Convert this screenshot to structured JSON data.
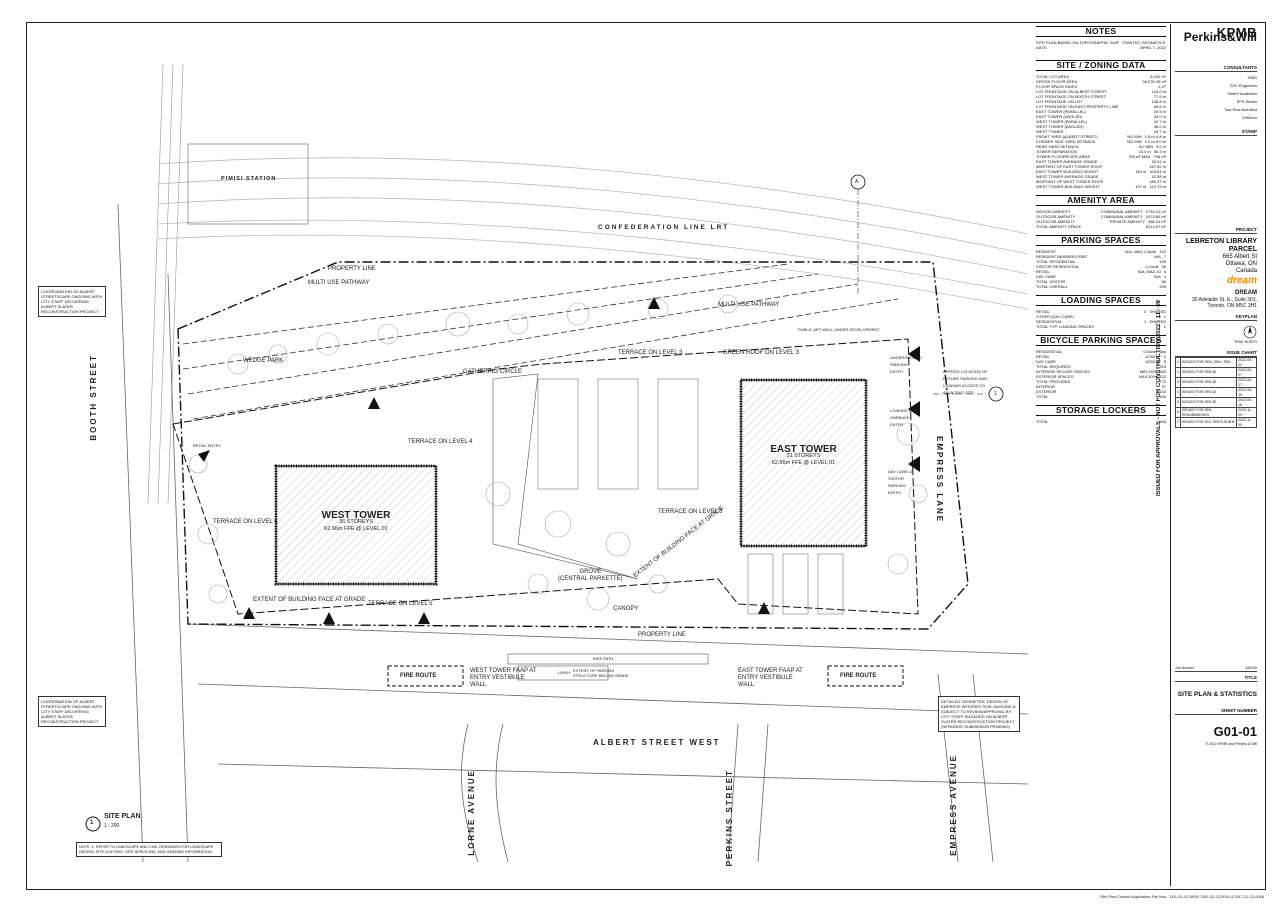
{
  "plan": {
    "streets": {
      "booth": "BOOTH STREET",
      "albert_west": "ALBERT STREET WEST",
      "lorne": "LORNE AVENUE",
      "perkins": "PERKINS STREET",
      "empress_ave": "EMPRESS AVENUE",
      "empress_lane": "EMPRESS LANE",
      "confederation": "CONFEDERATION LINE LRT",
      "pimisi": "PIMISI STATION"
    },
    "west_tower": {
      "name": "WEST TOWER",
      "storeys": "36 STOREYS",
      "ffe": "62.96m FFE @ LEVEL 01"
    },
    "east_tower": {
      "name": "EAST TOWER",
      "storeys": "31 STOREYS",
      "ffe": "62.96m FFE @ LEVEL 01"
    },
    "labels": {
      "property_line_n": "PROPERTY LINE",
      "property_line_s": "PROPERTY LINE",
      "multi_use_1": "MULTI USE PATHWAY",
      "multi_use_2": "MULTI USE PATHWAY",
      "wedge_park": "WEDGE PARK",
      "gathering": "GATHERING CIRCLE",
      "terrace3": "TERRACE ON LEVEL 3",
      "green_roof": "GREEN ROOF ON LEVEL 3",
      "terrace3b": "TERRACE ON LEVEL 3",
      "terrace6": "TERRACE ON LEVEL 6",
      "terrace5": "TERRACE ON LEVEL 5",
      "terrace4": "TERRACE ON LEVEL 4",
      "grove": "GROVE",
      "grove2": "(CENTRAL PARKETTE)",
      "canopy": "CANOPY",
      "extent_grade": "EXTENT OF BUILDING FACE AT GRADE",
      "extent_grade2": "EXTENT OF BUILDING FACE AT GRADE",
      "fire_route_1": "FIRE ROUTE",
      "fire_route_2": "FIRE ROUTE",
      "bike_path": "BIKE PATH",
      "layby": "LAYBY",
      "west_faap": "WEST TOWER FAAP AT ENTRY VESTIBULE WALL",
      "east_faap": "EAST TOWER FAAP AT ENTRY VESTIBULE WALL",
      "ext_parking": "EXTENT OF PARKING STRUCTURE BELOW GRADE",
      "retail_entry": "RETAIL ENTRY",
      "loading": "LOADING AND GARBAGE ENTRY",
      "ug_parking": "UNDERGROUND PARKING ENTRY",
      "daycare": "DAY CARE & VISITOR PARKING ENTRY",
      "public_art": "PUBLIC ART WALL UNDER DEVELOPMENT",
      "approx_loc": "APPROX LOCATION OF FUTURE PARKING AND LOADING ACCESS TO ADJACENT SITE",
      "grid_a": "A",
      "grid_1": "1"
    },
    "notes_left": [
      "COORDINATION OF ALBERT STREETSCAPE ONGOING WITH CITY STAFF DELIVERING ALBERT SLATER RECONSTRUCTION PROJECT",
      "COORDINATION OF ALBERT STREETSCAPE ONGOING WITH CITY STAFF DELIVERING ALBERT SLATER RECONSTRUCTION PROJECT"
    ],
    "note_right": "DETAILED GEOMETRIC DESIGN OF EMPRESS INTERSECTION ONGOING & SUBJECT TO REVIEW/APPROVAL BY CITY STAFF ENGAGED ON ALBERT SLATER RECONSTRUCTION PROJECT (SEPARATE SUBMISSION PENDING)",
    "site_plan_num": "1",
    "site_plan_title": "SITE PLAN",
    "site_plan_scale": "1 : 200",
    "bottom_note": "NOTE: 1. REFER TO LANDSCAPE AND CIVIL DRAWINGS FOR LANDSCAPE DESIGN, SITE LIGHTING, SITE SERVICING, AND GRADING INFORMATION."
  },
  "stats": {
    "notes_title": "NOTES",
    "notes": [
      [
        "SITE PLAN BASED ON TOPOGRAPHIC SURVEY BY:",
        "STANTEC GEOMATICS LTD"
      ],
      [
        "DATE:",
        "APRIL 7, 2022"
      ]
    ],
    "site_title": "SITE / ZONING DATA",
    "site_rows": [
      [
        "TOTAL LOT AREA",
        "",
        "8,000 m²"
      ],
      [
        "GROSS FLOOR AREA",
        "",
        "36,278.39 m²"
      ],
      [
        "FLOOR SPACE INDEX",
        "",
        "2.27"
      ],
      [
        "LOT FRONTAGE ON ALBERT STREET",
        "",
        "144.0 m"
      ],
      [
        "LOT FRONTAGE ON BOOTH STREET",
        "",
        "77.9 m"
      ],
      [
        "LOT FRONTAGE ON LRT",
        "",
        "138.8 m"
      ],
      [
        "LOT FRONTAGE ON EAST PROPERTY LINE",
        "",
        "69.6 m"
      ],
      [
        "EAST TOWER (PARALLEL)",
        "",
        "29.5 m"
      ],
      [
        "EAST TOWER (ANGLED)",
        "",
        "43.0 m"
      ],
      [
        "WEST TOWER (PARALLEL)",
        "",
        "42.7 m"
      ],
      [
        "WEST TOWER (ANGLED)",
        "",
        "36.0 m"
      ],
      [
        "WEST TOWER",
        "",
        "24.7 m"
      ],
      [
        "FRONT YARD (ALBERT STREET)",
        "NO MIN",
        "1.8 m-4.8 m"
      ],
      [
        "CORNER SIDE YARD SETBACK",
        "NO MIN",
        "0.0 m-9.0 m"
      ],
      [
        "REAR YARD SETBACK",
        "NO MIN",
        "9.0 m"
      ],
      [
        "TOWER SEPARATION",
        "23.0 m",
        "56.3 m"
      ],
      [
        "TOWER FLOORPLATE AREA",
        "750 m² MAX",
        "708 m²"
      ],
      [
        "EAST TOWER AVERAGE GRADE",
        "",
        "62.91 m"
      ],
      [
        "MIDPOINT OF EAST TOWER ROOF",
        "",
        "167.52 m"
      ],
      [
        "EAST TOWER BUILDING HEIGHT",
        "110 m",
        "104.61 m"
      ],
      [
        "WEST TOWER AVERAGE GRADE",
        "",
        "62.58 m"
      ],
      [
        "MIDPOINT OF WEST TOWER ROOF",
        "",
        "185.37 m"
      ],
      [
        "WEST TOWER BUILDING HEIGHT",
        "137 m",
        "122.79 m"
      ]
    ],
    "amenity_title": "AMENITY AREA",
    "amenity_rows": [
      [
        "INDOOR AMENITY",
        "COMMUNAL AMENITY",
        "1732.01 m²"
      ],
      [
        "OUTDOOR AMENITY",
        "COMMUNAL AMENITY",
        "2474.80 m²"
      ],
      [
        "OUTDOOR AMENITY",
        "PRIVATE AMENITY",
        "988.10 m²"
      ],
      [
        "TOTAL AMENITY SPACE",
        "",
        "5214.57 m²"
      ]
    ],
    "parking_title": "PARKING SPACES",
    "parking_rows": [
      [
        "RESIDENT",
        "N/A, MAX 1.5/per",
        "132"
      ],
      [
        "RESIDENT BARRIER-FREE",
        "N/A",
        "7"
      ],
      [
        "TOTAL RESIDENTIAL",
        "",
        "139"
      ],
      [
        "VISITOR RESIDENTIAL",
        "0.1/unit",
        "56"
      ],
      [
        "RETAIL",
        "N/A, MAX 10",
        "6"
      ],
      [
        "DAY CARE",
        "N/A",
        "4"
      ],
      [
        "TOTAL VISITOR",
        "",
        "66"
      ],
      [
        "TOTAL OVERALL",
        "",
        "205"
      ]
    ],
    "loading_title": "LOADING SPACES",
    "loading_rows": [
      [
        "RETAIL",
        "0",
        "SHARED"
      ],
      [
        "OTHER (DAY CARE)",
        "0",
        "1"
      ],
      [
        "RESIDENTIAL",
        "1",
        "SHARED"
      ],
      [
        "TOTAL TYP. LOADING SPACES",
        "1",
        "1"
      ]
    ],
    "bicycle_title": "BICYCLE PARKING SPACES",
    "bicycle_rows": [
      [
        "RESIDENTIAL",
        "0.5/unit",
        "384"
      ],
      [
        "RETAIL",
        "1/250 m²",
        "2"
      ],
      [
        "DAY CARE",
        "1/250 m²",
        "5"
      ],
      [
        "TOTAL REQUIRED",
        "",
        "315"
      ],
      [
        "INTERIOR SECURE SPACES",
        "MIN 25%",
        "540"
      ],
      [
        "EXTERIOR SPACES",
        "MAX 50%",
        "132"
      ],
      [
        "TOTAL PROVIDED",
        "",
        "772"
      ],
      [
        "INTERIOR",
        "",
        "37"
      ],
      [
        "EXTERIOR",
        "",
        "132"
      ],
      [
        "TOTAL",
        "",
        "169"
      ]
    ],
    "lockers_title": "STORAGE LOCKERS",
    "lockers_rows": [
      [
        "TOTAL",
        "",
        "346"
      ]
    ]
  },
  "titleblock": {
    "firm1": "KPMB",
    "firm2": "Perkins&Will",
    "consultants_label": "CONSULTANTS",
    "consultants": [
      "TMIG",
      "RJC Engineers",
      "Smith+Andersen",
      "PFS Studio",
      "Two Row Architect",
      "EllisDon"
    ],
    "stamp_label": "STAMP",
    "project_label": "PROJECT",
    "project_name1": "LEBRETON LIBRARY",
    "project_name2": "PARCEL",
    "address1": "665 Albert St",
    "address2": "Ottawa, ON",
    "address3": "Canada",
    "dream_logo": "dream",
    "client": "DREAM",
    "client_addr1": "30 Adelaide St. E., Suite 301,",
    "client_addr2": "Toronto, ON M5C 3H1",
    "keyplan_label": "KEYPLAN",
    "true_north": "TRUE NORTH",
    "issue_chart_label": "ISSUE CHART",
    "issues": [
      [
        "1",
        "ISSUED FOR OPA / ZBA / SPA",
        "2022-04-22"
      ],
      [
        "2",
        "ISSUED FOR SPA 3D",
        "2022-05-27"
      ],
      [
        "3",
        "ISSUED FOR SPA 3D",
        "2022-06-17"
      ],
      [
        "4",
        "ISSUED FOR SPA 3D",
        "2022-08-19"
      ],
      [
        "5",
        "ISSUED FOR SPA 3D",
        "2022-09-16"
      ],
      [
        "6",
        "ISSUED FOR SPA RESUBMISSION",
        "2022-11-09"
      ],
      [
        "7",
        "ISSUED FOR SCC SPA R-SUB'N",
        "2022-11-09"
      ]
    ],
    "issued_vertical": "ISSUED FOR APPROVALS - NOT FOR CONSTRUCTION 2022 - 11 - 09",
    "job_label": "Job Number",
    "job_number": "440200",
    "title_label": "TITLE",
    "sheet_title": "SITE PLAN & STATISTICS",
    "sheet_number_label": "SHEET NUMBER",
    "sheet_number": "G01-01",
    "copyright": "© 2022 KPMB and Perkins & Will"
  },
  "footer": "Site Plan Control Application File Nos.: D01-01-22-0009, D02-02-22-0041 & D07-12-22-0044"
}
